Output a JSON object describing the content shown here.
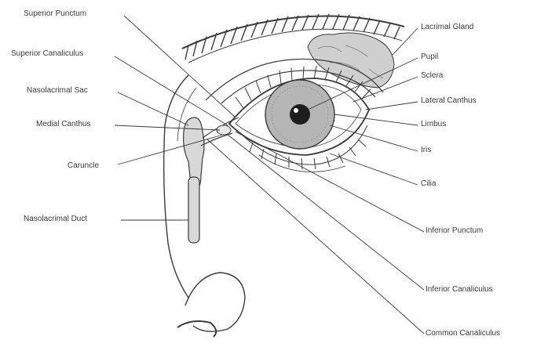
{
  "labels": {
    "superior_punctum": "Superior Punctum",
    "superior_canaliculus": "Superior Canaliculus",
    "nasolacrimal_sac": "Nasolacrimal Sac",
    "medial_canthus": "Medial Canthus",
    "caruncle": "Caruncle",
    "nasolacrimal_duct": "Nasolacrimal Duct",
    "lacrimal_gland": "Lacrimal Gland",
    "pupil": "Pupil",
    "sclera": "Sclera",
    "lateral_canthus": "Lateral Canthus",
    "limbus": "Limbus",
    "iris": "Iris",
    "cilia": "Cilia",
    "inferior_punctum": "Inferior Punctum",
    "inferior_canaliculus": "Inferior Canaliculus",
    "common_canaliculus": "Common Canaliculus"
  },
  "colors": {
    "ink": "#3a3a3a",
    "sac_fill": "#d8d8d8",
    "gland_fill": "#cfcfcf",
    "iris_fill": "#b5b5b5",
    "pupil_fill": "#1e1e1e"
  }
}
